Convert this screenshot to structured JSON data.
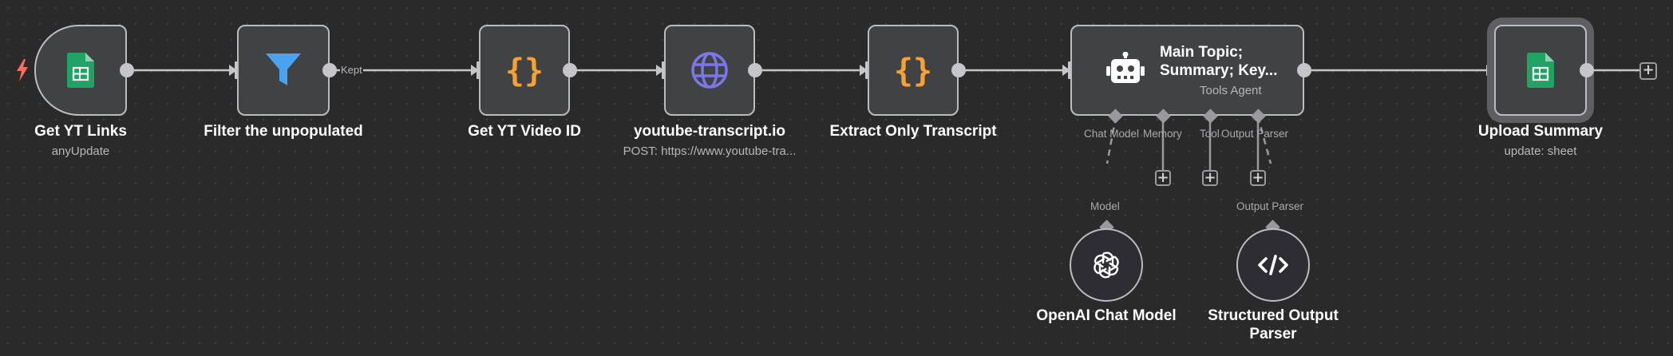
{
  "colors": {
    "canvas": "#2a2a2a",
    "node_bg": "#414244",
    "node_border": "#bcbcc0",
    "edge": "#c6c6ca",
    "sheets_green": "#1fa463",
    "filter_blue": "#4aa3f0",
    "code_orange": "#f7a135",
    "http_purple": "#7b78e6",
    "trigger_red": "#ff6b5b"
  },
  "nodes": {
    "get_links": {
      "title": "Get YT Links",
      "subtitle": "anyUpdate",
      "icon": "google-sheets-icon"
    },
    "filter": {
      "title": "Filter the unpopulated",
      "icon": "filter-icon",
      "edge_label": "Kept"
    },
    "get_video_id": {
      "title": "Get YT Video ID",
      "icon": "code-braces-icon"
    },
    "transcript": {
      "title": "youtube-transcript.io",
      "subtitle": "POST: https://www.youtube-tra...",
      "icon": "globe-icon"
    },
    "extract": {
      "title": "Extract Only Transcript",
      "icon": "code-braces-icon"
    },
    "agent": {
      "title_line1": "Main Topic;",
      "title_line2": "Summary; Key...",
      "subtitle": "Tools Agent",
      "icon": "robot-icon",
      "ports": [
        "Chat Model",
        "Memory",
        "Tool",
        "Output Parser"
      ]
    },
    "upload": {
      "title": "Upload Summary",
      "subtitle": "update: sheet",
      "icon": "google-sheets-icon"
    },
    "openai": {
      "title": "OpenAI Chat Model",
      "port_label": "Model",
      "icon": "openai-icon"
    },
    "parser": {
      "title_line1": "Structured Output",
      "title_line2": "Parser",
      "port_label": "Output Parser",
      "icon": "code-slash-icon"
    }
  },
  "plus_symbol": "+"
}
